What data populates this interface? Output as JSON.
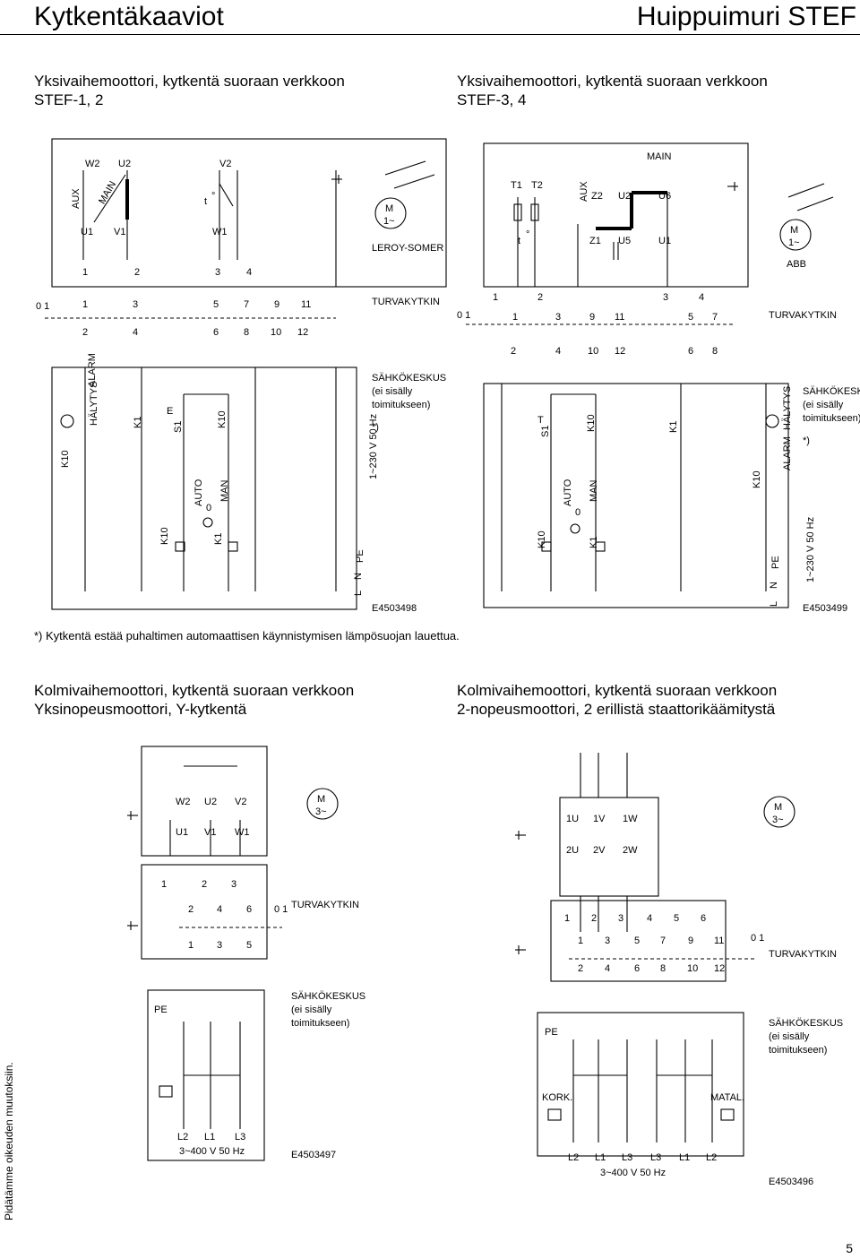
{
  "header": {
    "left_title": "Kytkentäkaaviot",
    "right_title": "Huippuimuri STEF"
  },
  "sections": {
    "s1": {
      "line1": "Yksivaihemoottori, kytkentä suoraan verkkoon",
      "line2": "STEF-1, 2"
    },
    "s2": {
      "line1": "Yksivaihemoottori, kytkentä suoraan verkkoon",
      "line2": "STEF-3, 4"
    },
    "s3": {
      "line1": "Kolmivaihemoottori, kytkentä suoraan verkkoon",
      "line2": "Yksinopeusmoottori, Y-kytkentä"
    },
    "s4": {
      "line1": "Kolmivaihemoottori, kytkentä suoraan verkkoon",
      "line2": "2-nopeusmoottori, 2 erillistä staattorikäämitystä"
    }
  },
  "footnote": "*) Kytkentä estää puhaltimen automaattisen käynnistymisen lämpösuojan lauettua.",
  "side_note": "Pidätämme oikeuden muutoksiin.",
  "page_number": "5",
  "d1": {
    "W2": "W2",
    "U2": "U2",
    "V2": "V2",
    "AUX": "AUX",
    "MAIN": "MAIN",
    "U1": "U1",
    "V1": "V1",
    "W1": "W1",
    "t": "t",
    "deg": "°",
    "t1": "1",
    "t2": "2",
    "t3": "3",
    "t4": "4",
    "M": "M",
    "M1": "1~",
    "maker": "LEROY-SOMER",
    "s01": "0 1",
    "k1": "1",
    "k3": "3",
    "k5": "5",
    "k7": "7",
    "k9": "9",
    "k11": "11",
    "k2": "2",
    "k4": "4",
    "k6": "6",
    "k8": "8",
    "k10": "10",
    "k12": "12",
    "turva": "TURVAKYTKIN",
    "sk1": "SÄHKÖKESKUS",
    "sk2": "(ei sisälly",
    "sk3": "toimitukseen)",
    "star": "*)",
    "K10": "K10",
    "halytys": "HÄLYTYS",
    "alarm": "ALARM",
    "K1": "K1",
    "S1": "S1",
    "E": "E",
    "auto": "AUTO",
    "zero": "0",
    "man": "MAN",
    "K10b": "K10",
    "volt": "1~230 V 50 Hz",
    "K10c": "K10",
    "K1c": "K1",
    "L": "L",
    "N": "N",
    "PE": "PE",
    "code": "E4503498"
  },
  "d2": {
    "T1": "T1",
    "T2": "T2",
    "t": "t",
    "deg": "°",
    "AUX": "AUX",
    "Z2": "Z2",
    "U2": "U2",
    "MAIN": "MAIN",
    "U6": "U6",
    "Z1": "Z1",
    "U5": "U5",
    "U1": "U1",
    "M": "M",
    "M1": "1~",
    "maker": "ABB",
    "s01": "0 1",
    "t1": "1",
    "t2": "2",
    "t3": "3",
    "t4": "4",
    "k1": "1",
    "k3": "3",
    "k9": "9",
    "k11": "11",
    "k5": "5",
    "k7": "7",
    "k2": "2",
    "k4": "4",
    "k10": "10",
    "k12": "12",
    "k6": "6",
    "k8": "8",
    "turva": "TURVAKYTKIN",
    "S1": "S1",
    "T": "T",
    "K10": "K10",
    "K1": "K1",
    "K10r": "K10",
    "alarm": "ALARM",
    "halytys": "HÄLYTYS",
    "auto": "AUTO",
    "zero": "0",
    "man": "MAN",
    "sk1": "SÄHKÖKESKUS",
    "sk2": "(ei sisälly",
    "sk3": "toimitukseen)",
    "star": "*)",
    "K10c": "K10",
    "K1c": "K1",
    "L": "L",
    "N": "N",
    "PE": "PE",
    "volt": "1~230 V 50 Hz",
    "code": "E4503499"
  },
  "d3": {
    "W2": "W2",
    "U2": "U2",
    "V2": "V2",
    "U1": "U1",
    "V1": "V1",
    "W1": "W1",
    "M": "M",
    "M3": "3~",
    "t1": "1",
    "t2": "2",
    "t3": "3",
    "k2": "2",
    "k4": "4",
    "k6": "6",
    "s01": "0 1",
    "turva": "TURVAKYTKIN",
    "k1": "1",
    "k3": "3",
    "k5": "5",
    "PE": "PE",
    "sk1": "SÄHKÖKESKUS",
    "sk2": "(ei sisälly",
    "sk3": "toimitukseen)",
    "L2": "L2",
    "L1": "L1",
    "L3": "L3",
    "volt": "3~400 V 50 Hz",
    "code": "E4503497"
  },
  "d4": {
    "u1": "1U",
    "v1": "1V",
    "w1": "1W",
    "u2": "2U",
    "v2": "2V",
    "w2": "2W",
    "M": "M",
    "M3": "3~",
    "t1": "1",
    "t2": "2",
    "t3": "3",
    "t4": "4",
    "t5": "5",
    "t6": "6",
    "k1": "1",
    "k3": "3",
    "k5": "5",
    "k7": "7",
    "k9": "9",
    "k11": "11",
    "k2": "2",
    "k4": "4",
    "k6": "6",
    "k8": "8",
    "k10": "10",
    "k12": "12",
    "s01": "0 1",
    "turva": "TURVAKYTKIN",
    "PE": "PE",
    "sk1": "SÄHKÖKESKUS",
    "sk2": "(ei sisälly",
    "sk3": "toimitukseen)",
    "kork": "KORK.",
    "matal": "MATAL.",
    "L2": "L2",
    "L1": "L1",
    "L3": "L3",
    "L3b": "L3",
    "L1b": "L1",
    "L2b": "L2",
    "volt": "3~400 V 50 Hz",
    "code": "E4503496"
  }
}
